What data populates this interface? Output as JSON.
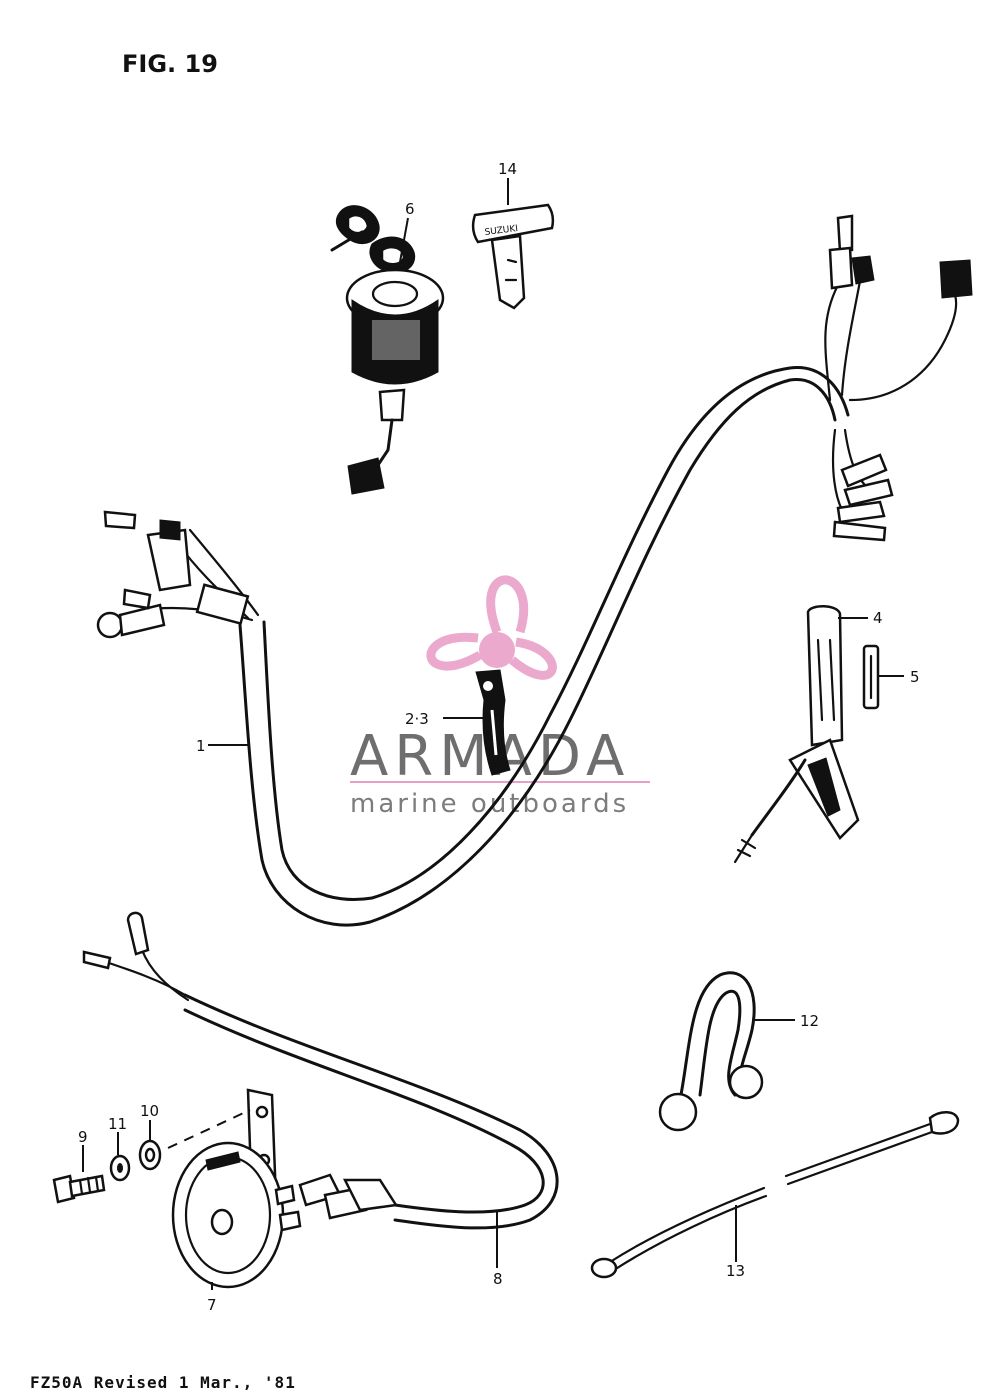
{
  "figure": {
    "title": "FIG. 19"
  },
  "watermark": {
    "brand": "ARMADA",
    "tagline": "marine outboards",
    "color": "#e8a0c8"
  },
  "key_brand": "SUZUKI",
  "callouts": {
    "c1": "1",
    "c23": "2·3",
    "c4": "4",
    "c5": "5",
    "c6": "6",
    "c7": "7",
    "c8": "8",
    "c9": "9",
    "c10": "10",
    "c11": "11",
    "c12": "12",
    "c13": "13",
    "c14": "14"
  },
  "footer": {
    "text": "FZ50A  Revised 1 Mar., '81"
  }
}
